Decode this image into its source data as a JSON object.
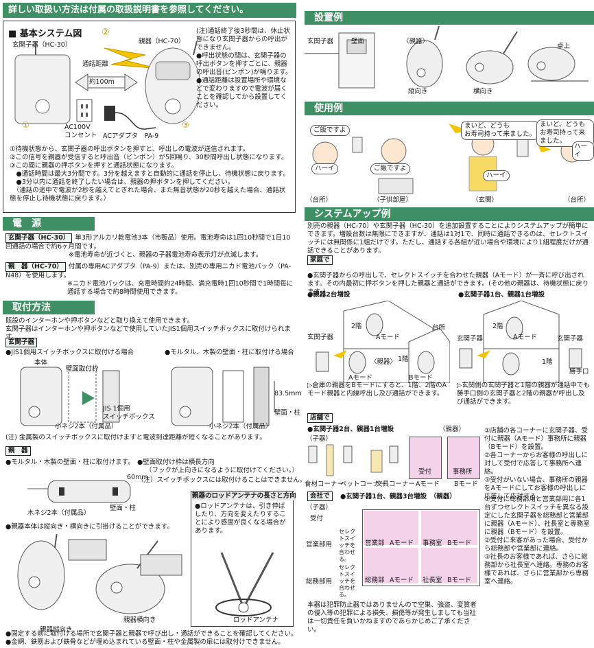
{
  "top_notice": "詳しい取扱い方法は付属の取扱説明書を参照してください。",
  "basic": {
    "title": "■ 基本システム図",
    "entry_label": "玄関子器（HC-30）",
    "master_label": "親器（HC-70）",
    "distance_label": "通話距離",
    "distance_value": "約100m",
    "outlet": "AC100V\nコンセント",
    "adapter": "ACアダプタ　PA-9",
    "marker1": "①",
    "marker2": "②",
    "marker3": "③",
    "note": "(注)通話終了後3秒間は、休止状態になり玄関子器からの呼出ができません。\n●呼出状態の間は、玄関子器の呼出ボタンを押すごとに、親器の呼出音(ピンポン)が鳴ります。\n●通話距離は設置場所や環境などで変わりますので電波が届くことを確認してから設置してください。",
    "steps": "①待機状態から、玄関子器の呼出ボタンを押すと、呼出しの電波が送信されます。\n②この信号を親器が受信すると呼出音（ピンポン）が5回鳴り、30秒間呼出し状態になります。\n③この間に親器の押ボタンを押すと通話状態になります。\n　●通話時間は最大3分間です。3分を越えますと自動的に通話を停止し、待機状態に戻ります。\n　●3分以内に通話を終了したい場合は、親器の押ボタンを押してください。\n　（通話の途中で電波が2秒を越えてとぎれた場合、また無音状態が20秒を越えた場合、通話状態を停止し待機状態に戻ります。）"
  },
  "power": {
    "header": "電　源",
    "entry_tag": "玄関子器（HC-30）",
    "entry_text": "単3形アルカリ乾電池3本（市販品）使用。電池寿命は1回10秒間で1日10回通話の場合で約6ヶ月間です。",
    "entry_note": "※電池寿命が近づくと、親器の子器電池寿命表示灯が点滅します。",
    "master_tag": "親　器（HC-70）",
    "master_text": "付属の専用ACアダプタ（PA-9）または、別売の専用ニカド電池パック（PA-N48）を使用します。",
    "master_note": "※ニカド電池パックは、充電時間約24時間、満充電時1回10秒間で1時間毎に通話する場合で約8時間使用できます。"
  },
  "install": {
    "header": "取付方法",
    "intro": "既設のインターホンや押ボタンなどと取り換えて使用できます。\n玄関子器はインターホンや押ボタンなどで使用していたJIS1個用スイッチボックスに取付けられます。",
    "entry_tag": "玄関子器",
    "case_jis": "●JIS1個用スイッチボックスに取付ける場合",
    "case_wall": "●モルタル、木製の壁面・柱に取付ける場合",
    "body": "本体",
    "wall_frame": "壁面取付枠",
    "box": "JIS 1個用\nスイッチボックス",
    "screws2": "小ネジ2本（付属品）",
    "screws2b": "小ネジ2本（付属品）",
    "dim": "83.5mm",
    "wall_pillar": "壁面・柱",
    "metal_note": "(注) 金属製のスイッチボックスに取付けますと電波到達距離が短くなることがあります。",
    "master_tag": "親　器",
    "master_case": "●モルタル・木製の壁面・柱に取付けます。",
    "frame_dir": "●壁面取付け枠は横長方向",
    "frame_dir2": "（フックが上向きになるように取付けてください。）",
    "frame_note": "（注）スイッチボックスには取付けることはできません。",
    "dim60": "60mm",
    "wood_screws": "木ネジ2本（付属品）",
    "wall_pillar2": "壁面・柱",
    "vert_horiz": "●親器本体は縦向き・横向きに引掛けることができます。",
    "antenna_title": "親器のロッドアンテナの長さと方向",
    "antenna_text": "●ロッドアンテナは、引き伸ばしたり、方向を変えたりすることにより感度が良くなる場合があります。",
    "vert": "親器縦向き",
    "horiz": "親器横向き",
    "rod": "ロッドアンテナ",
    "final1": "●固定する前に取付ける場所で玄関子器と親器で呼び出し・通話ができることを確認してください。",
    "final2": "●金網、鉄筋および鉄骨などが埋め込まれている壁面・柱や金属製の扉には取付けできません。"
  },
  "setup": {
    "header": "設置例",
    "entry": "玄関子器",
    "wall": "壁面",
    "master": "〈親器〉",
    "vertical": "縦向き",
    "horizontal": "横向き",
    "desk": "卓上"
  },
  "usage": {
    "header": "使用例",
    "b1": "ご飯ですよ",
    "b2": "ハーイ",
    "b3": "ご飯ですよ",
    "b4": "まいど、どうも\nお寿司持って来ました。",
    "b5": "ハーイ",
    "b6": "まいど、どうも\nお寿司持って来ました。",
    "b7": "ハーイ",
    "p1": "（台所）",
    "p2": "（子供部屋）",
    "p3": "（玄関）",
    "p4": "（台所）"
  },
  "sysup": {
    "header": "システムアップ例",
    "intro": "別売の親器（HC-70）や玄関子器（HC-30）を追加設置することによりシステムアップが簡単にできます。増設台数は無限にできますが、通話は1対1で、同時に通話できるのは、セレクトスイッチには無関係に1組だけです。ただし、通話する各組が近い場合や環境により1組程度だけが通話できることがあります。",
    "home_tag": "家庭で",
    "home_text": "●玄関子器からの呼出しで、セレクトスイッチを合わせた親器（Aモード）が一斉に呼び出されます。その内最初に押ボタンを押した親器と通話ができます。(その他の親器は、待機状態に戻ります。)",
    "case1": "●親器2台増設",
    "case2": "●玄関子器1台、親器1台増設",
    "entry": "玄関子器",
    "floor2": "2階",
    "floor1": "1階",
    "master": "〈親器〉",
    "a_mode": "Aモード",
    "b_mode": "Bモード",
    "kitchen": "台所",
    "back_door": "勝手口",
    "note1": "▷倉庫の親器をBモードにすると、1階、2階のA モード親器と内線呼出し及び通話ができます。",
    "note2": "▷玄関側の玄関子器と1階の親器が通話中でも勝手口側の玄関子器と2階の親器が呼出し及び通話ができます。",
    "store_tag": "店舗で",
    "store_case": "●玄関子器2台、親器1台増設",
    "store_entry": "（子器）",
    "store_master": "（親器）",
    "corner1": "食材コーナー",
    "corner2": "ペットコーナー",
    "corner3": "文具コーナー",
    "reception": "受付",
    "office": "事務所",
    "store_notes": "①店舗の各コーナーに玄関子器、受付に親器（Aモード）事務所に親器（Bモード）を設置。\n②各コーナーからお客様の呼出しに対して受付で応答して事務所へ連絡。\n③受付がいない場合、事務所の親器をAモードにしてお客様の呼出しに応答して応対する。",
    "co_tag": "会社で",
    "co_case": "●玄関子器1台、親器3台増設　（親器）",
    "co_entry": "（子器）",
    "sales": "営業部用",
    "general": "総務部用",
    "select": "セレクトスイッチを合わせる。",
    "reception2": "受付",
    "dept1": "営業部",
    "dept2": "事務室",
    "dept3": "総務部",
    "dept4": "社長室",
    "co_notes": "①受付に総務部用と営業部用に各1台ずつセレクトスイッチを異なる設定にした玄関子器を総務部と営業部に親器（Aモード）、社長室と専務室に親器（Bモード）を設置。\n②受付に来客があった場合、受付から総務部や営業部に連絡。\n③社長のお客様であれば、さらに総務部から社長室へ連絡。専務のお客様であれば、さらに営業部から専務室へ連絡。",
    "disclaimer": "本器は犯罪防止器ではありませんので空巣、強盗、変質者の侵入等の犯罪による損失、損傷等が発生しましても当社は一切責任を負いかねますのであらかじめご了承ください。"
  },
  "colors": {
    "accent": "#3f8f64",
    "pink": "#f3d2ea",
    "yellow": "#f3c400"
  }
}
